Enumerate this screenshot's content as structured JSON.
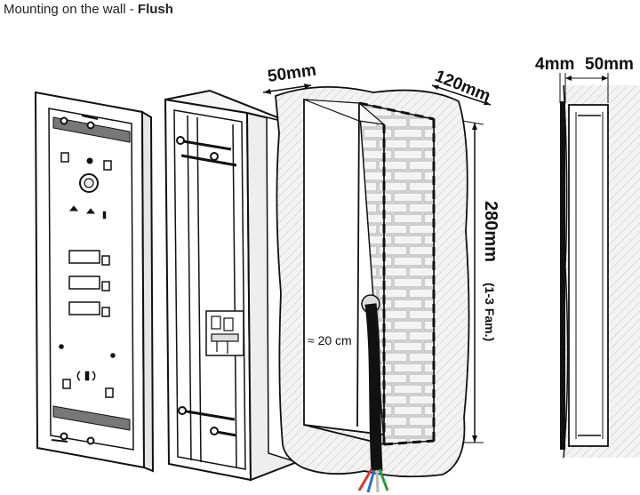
{
  "header": {
    "title_prefix": "Mounting on the wall - ",
    "title_emphasis": "Flush"
  },
  "dimensions": {
    "recess_width": "50mm",
    "recess_depth": "120mm",
    "recess_height": "280mm",
    "recess_height_note": "(1-3 Fam.)",
    "cable_length": "≈ 20 cm",
    "side_plate": "4mm",
    "side_box": "50mm"
  },
  "colors": {
    "line": "#111111",
    "brick_hatch": "#9a9a9a",
    "wire_red": "#d23a2e",
    "wire_blue": "#2d6fd0",
    "wire_green": "#2c9a3c",
    "wire_white": "#bbbbbb"
  }
}
